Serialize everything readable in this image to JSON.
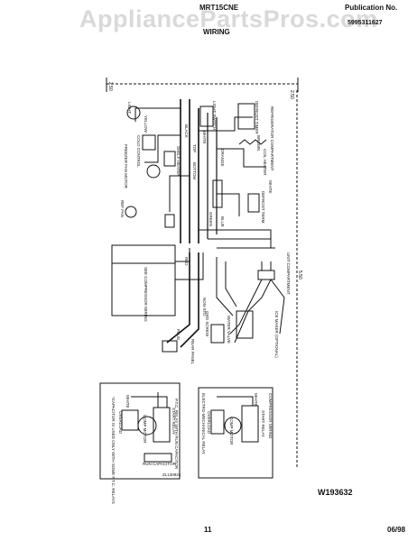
{
  "watermark": "AppliancePartsPros.com",
  "header": {
    "model": "MRT15CNE",
    "section": "WIRING",
    "publication_label": "Publication No.",
    "publication_number": "5995311627"
  },
  "diagram": {
    "code": "W193632",
    "dimensions": {
      "top_left": "2.50",
      "top_right": "2.50",
      "right": "5.50"
    },
    "labels": {
      "light": "LIGHT",
      "light_switch": "LIGHT SWITCH",
      "defrost_timer": "DEFROST TIMER",
      "yellow": "YELLOW",
      "black": "BLACK",
      "white": "WHITE",
      "brown": "BROWN",
      "red": "RED",
      "green": "GREEN",
      "orange": "ORANGE",
      "blue": "BLUE",
      "refrigerator_compartment": "REFRIGERATOR COMPARTMENT",
      "coil_heater": "COIL HEATER",
      "defrost_term": "DEFROST TERM.",
      "freezer_fan_motor": "FREEZER FAN MOTOR",
      "cold_control": "COLD CONTROL",
      "shelf_heater": "SHELF HEATER",
      "top": "TOP",
      "bottom": "BOTTOM",
      "ref_fan": "REF FAN",
      "unit_compartment": "UNIT COMPARTMENT",
      "ice_maker": "ICE MAKER (OPTIONAL)",
      "water_valve": "WATER VALVE",
      "see_compressor_wiring": "SEE COMPRESSOR WIRING",
      "non_std": "NON-STD",
      "plug": "PLUG",
      "rear_panel": "REAR PANEL",
      "grd_screw": "GRD SCREW",
      "compressor_wiring": "COMPRESSOR WIRING",
      "electro_mechanical_relay": "ELECTRO-MECHANICAL RELAY",
      "overload": "OVERLOAD",
      "comp_motor": "COMP MOTOR",
      "start_relay": "START RELAY",
      "ptc_relay": "P.T.C. RELAY WITH RUN CAPACITOR",
      "run_capacitor": "RUN CAPACITOR",
      "ptc_note": "*CAPACITOR IS USED ONLY WITH SOME P.T.C. RELAYS",
      "cap_code": "ZL130924"
    }
  },
  "footer": {
    "page_number": "11",
    "date": "06/98"
  }
}
